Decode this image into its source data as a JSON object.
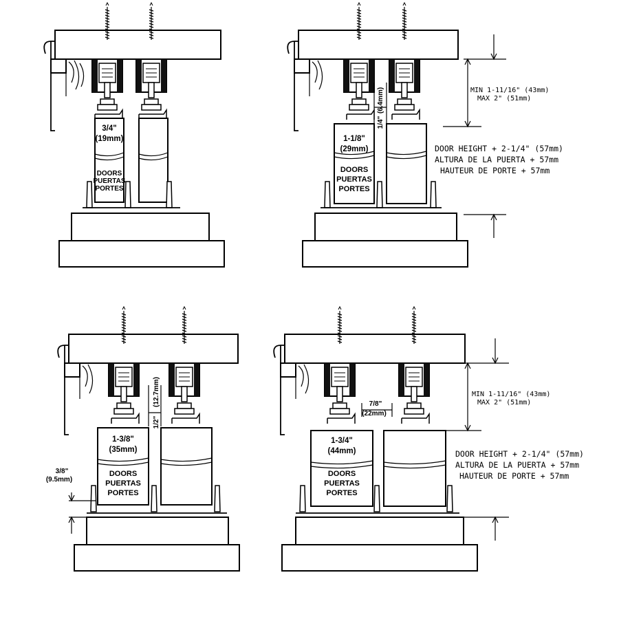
{
  "panels": {
    "top_left": {
      "thickness": "3/4\"",
      "thickness_metric": "(19mm)",
      "doors": [
        "DOORS",
        "PUERTAS",
        "PORTES"
      ]
    },
    "top_right": {
      "thickness": "1-1/8\"",
      "thickness_metric": "(29mm)",
      "doors": [
        "DOORS",
        "PUERTAS",
        "PORTES"
      ],
      "gap": "(6.4mm)",
      "gap_imperial": "1/4\"",
      "clearance_min": "MIN 1-11/16\" (43mm)",
      "clearance_max": "MAX 2\" (51mm)",
      "door_height": [
        "DOOR HEIGHT + 2-1/4\" (57mm)",
        "ALTURA DE LA PUERTA + 57mm",
        "HAUTEUR DE PORTE + 57mm"
      ]
    },
    "bottom_left": {
      "thickness": "1-3/8\"",
      "thickness_metric": "(35mm)",
      "doors": [
        "DOORS",
        "PUERTAS",
        "PORTES"
      ],
      "gap": "(12.7mm)",
      "gap_imperial": "1/2\"",
      "guide_offset": "3/8\"",
      "guide_offset_metric": "(9.5mm)"
    },
    "bottom_right": {
      "thickness": "1-3/4\"",
      "thickness_metric": "(44mm)",
      "doors": [
        "DOORS",
        "PUERTAS",
        "PORTES"
      ],
      "gap": "7/8\"",
      "gap_metric": "(22mm)",
      "clearance_min": "MIN 1-11/16\" (43mm)",
      "clearance_max": "MAX 2\" (51mm)",
      "door_height": [
        "DOOR HEIGHT + 2-1/4\" (57mm)",
        "ALTURA DE LA PUERTA + 57mm",
        "HAUTEUR DE PORTE + 57mm"
      ]
    }
  }
}
